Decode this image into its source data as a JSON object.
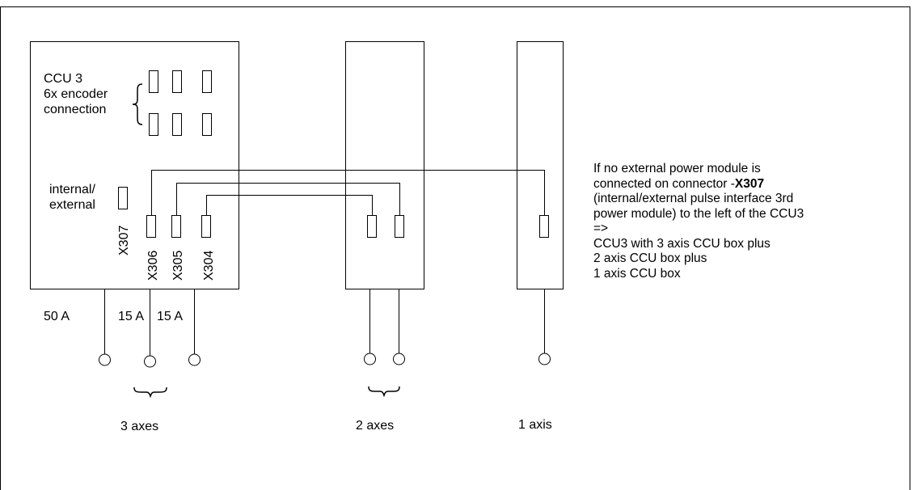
{
  "ccu_box": {
    "title": "CCU 3",
    "encoder_line1": "6x encoder",
    "encoder_line2": "connection",
    "internal_line1": "internal/",
    "internal_line2": "external",
    "connectors": [
      "X307",
      "X306",
      "X305",
      "X304"
    ]
  },
  "currents": [
    "50 A",
    "15 A",
    "15 A"
  ],
  "groups": [
    "3 axes",
    "2 axes",
    "1 axis"
  ],
  "note": {
    "line1": "If no external power module is",
    "line2_prefix": "connected on connector -",
    "line2_bold": "X307",
    "line3": "(internal/external pulse interface 3rd",
    "line4": "power module) to the left of the CCU3",
    "line5": "=>",
    "line6": "CCU3 with 3 axis CCU box plus",
    "line7": "2 axis CCU box plus",
    "line8": "1 axis CCU box"
  }
}
